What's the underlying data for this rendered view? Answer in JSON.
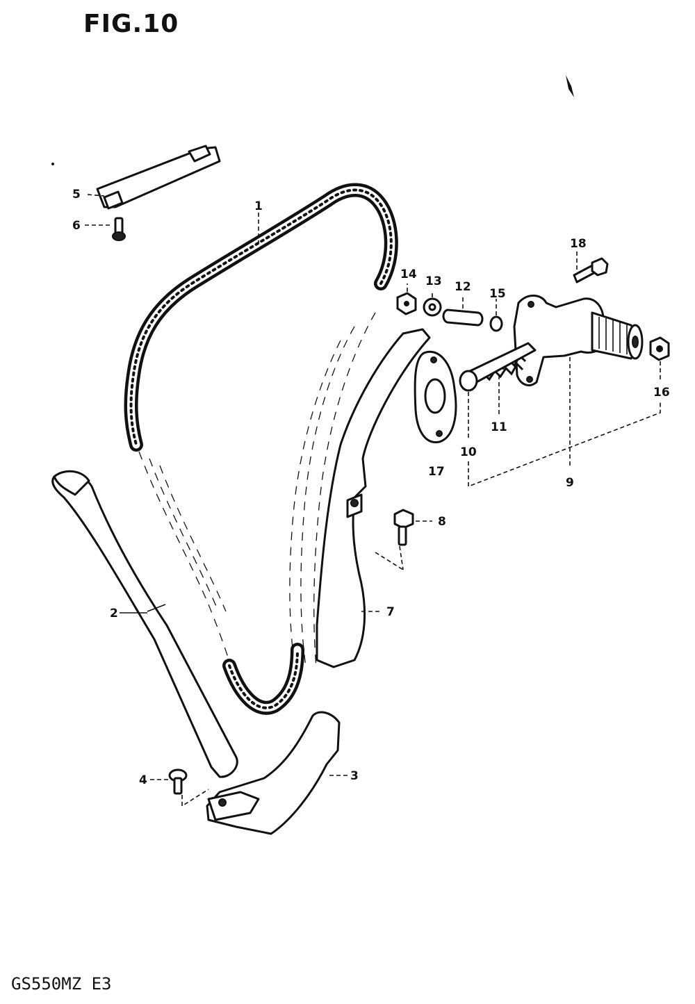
{
  "figure": {
    "title": "FIG.10",
    "model_code": "GS550MZ  E3"
  },
  "callouts": {
    "p1": "1",
    "p2": "2",
    "p3": "3",
    "p4": "4",
    "p5": "5",
    "p6": "6",
    "p7": "7",
    "p8": "8",
    "p9": "9",
    "p10": "10",
    "p11": "11",
    "p12": "12",
    "p13": "13",
    "p14": "14",
    "p15": "15",
    "p16": "16",
    "p17": "17",
    "p18": "18"
  },
  "parts": [
    {
      "ref": "1",
      "icon": "cam-chain-icon"
    },
    {
      "ref": "2",
      "icon": "chain-guide-rear-icon"
    },
    {
      "ref": "3",
      "icon": "chain-guide-bottom-icon"
    },
    {
      "ref": "4",
      "icon": "screw-icon"
    },
    {
      "ref": "5",
      "icon": "chain-guide-top-icon"
    },
    {
      "ref": "6",
      "icon": "screw-icon"
    },
    {
      "ref": "7",
      "icon": "tensioner-slipper-icon"
    },
    {
      "ref": "8",
      "icon": "bolt-icon"
    },
    {
      "ref": "9",
      "icon": "tensioner-body-icon"
    },
    {
      "ref": "10",
      "icon": "push-rod-icon"
    },
    {
      "ref": "11",
      "icon": "spring-icon"
    },
    {
      "ref": "12",
      "icon": "shaft-icon"
    },
    {
      "ref": "13",
      "icon": "washer-icon"
    },
    {
      "ref": "14",
      "icon": "nut-icon"
    },
    {
      "ref": "15",
      "icon": "ring-icon"
    },
    {
      "ref": "16",
      "icon": "nut-icon"
    },
    {
      "ref": "17",
      "icon": "gasket-icon"
    },
    {
      "ref": "18",
      "icon": "bolt-icon"
    }
  ]
}
